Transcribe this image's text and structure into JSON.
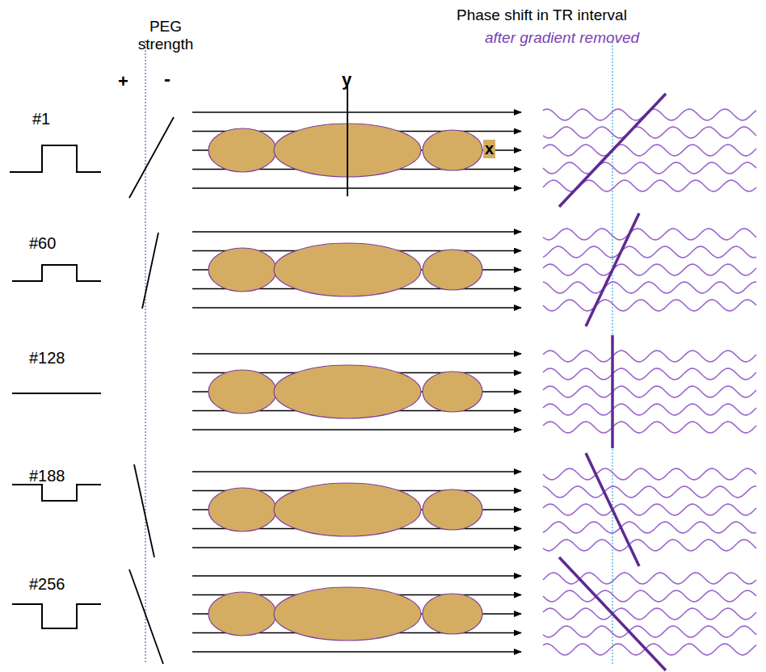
{
  "diagram": {
    "labels": [
      "PEG strength",
      "+",
      "-",
      "Phase shift in TR interval",
      "after gradient removed",
      "y",
      "x",
      "#1",
      "#60",
      "#128",
      "#188",
      "#256"
    ]
  }
}
